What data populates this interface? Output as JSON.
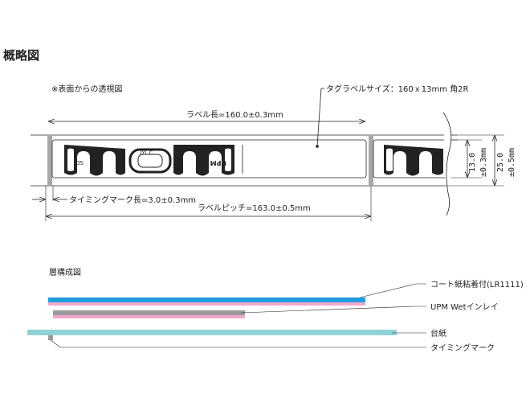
{
  "title": "概略図",
  "top_view": {
    "note": "※表面からの透視図",
    "tag_label_size": "タグラベルサイズ：160ｘ13mm 角2R",
    "label_length": "ラベル長=160.0±0.3mm",
    "timing_mark_length": "タイミングマーク長=3.0±0.3mm",
    "label_pitch": "ラベルピッチ=163.0±0.5mm",
    "inlay_height_value": "13.0",
    "inlay_height_tol": "±0.3mm",
    "liner_width_value": "25.0",
    "liner_width_tol": "±0.5mm",
    "chip_text": "SD",
    "logo_text": "UPM",
    "center_text": "ᒧYL C"
  },
  "layers": {
    "title": "層構成図",
    "items": [
      {
        "label": "コート紙粘着付(LR1111)",
        "color": "#1e9ee0",
        "adhesive_color": "#f2a9c9"
      },
      {
        "label": "UPM Wetインレイ",
        "color": "#9b9b9b",
        "adhesive_color": "#f2a9c9"
      },
      {
        "label": "台紙",
        "color": "#8fd3d6"
      },
      {
        "label": "タイミングマーク",
        "color": "#9b9b9b"
      }
    ]
  },
  "colors": {
    "line": "#222222",
    "inlay": "#222222",
    "timing_mark": "#a8a8a8"
  }
}
